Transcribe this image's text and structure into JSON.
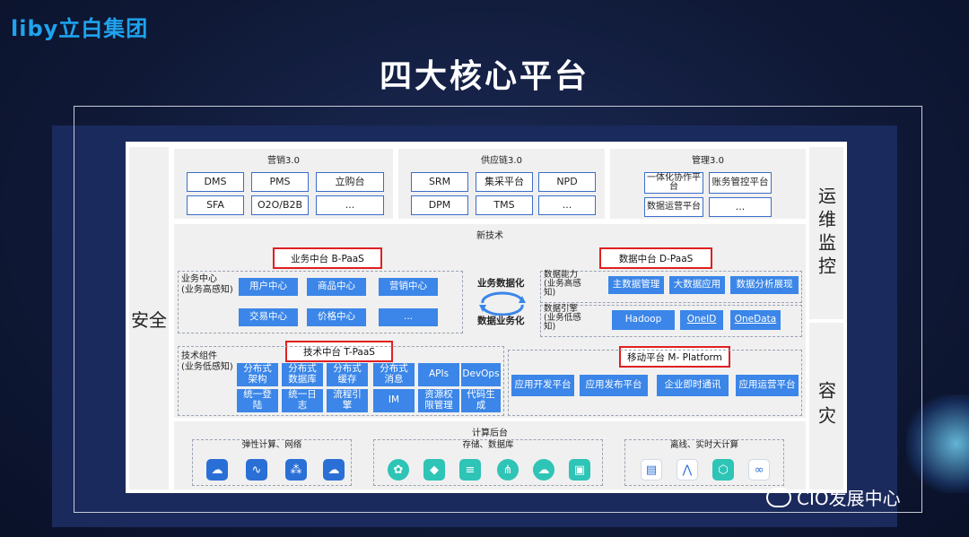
{
  "logo_text": "liby立白集团",
  "title": "四大核心平台",
  "left_side": "安全",
  "right_side_top": "运维监控",
  "right_side_bottom": "容灾",
  "marketing": {
    "title": "营销3.0",
    "items": [
      "DMS",
      "PMS",
      "立购台",
      "SFA",
      "O2O/B2B",
      "..."
    ]
  },
  "supply": {
    "title": "供应链3.0",
    "items": [
      "SRM",
      "集采平台",
      "NPD",
      "DPM",
      "TMS",
      "..."
    ]
  },
  "management": {
    "title": "管理3.0",
    "items": [
      "一体化协作平台",
      "账务管控平台",
      "数据运营平台",
      "..."
    ]
  },
  "new_tech": {
    "title": "新技术",
    "b_paas": "业务中台 B-PaaS",
    "d_paas": "数据中台 D-PaaS",
    "t_paas": "技术中台 T-PaaS",
    "m_platform": "移动平台 M- Platform",
    "biz_center_label": "业务中心\n(业务高感知)",
    "biz_items": [
      "用户中心",
      "商品中心",
      "营销中心",
      "交易中心",
      "价格中心",
      "..."
    ],
    "sync_top": "业务数据化",
    "sync_bottom": "数据业务化",
    "data_ability_label": "数据能力\n(业务高感\n知)",
    "data_ability_items": [
      "主数据管理",
      "大数据应用",
      "数据分析展现"
    ],
    "data_engine_label": "数据引擎\n(业务低感\n知)",
    "data_engine_items": [
      "Hadoop",
      "OneID",
      "OneData"
    ],
    "tech_comp_label": "技术组件\n(业务低感知)",
    "tech_items": [
      "分布式\n架构",
      "分布式\n数据库",
      "分布式\n缓存",
      "分布式\n消息",
      "APIs",
      "DevOps",
      "统一登\n陆",
      "统一日\n志",
      "流程引\n擎",
      "IM",
      "资源权\n限管理",
      "代码生\n成"
    ],
    "mobile_items": [
      "应用开发平台",
      "应用发布平台",
      "企业即时通讯",
      "应用运营平台"
    ]
  },
  "compute": {
    "title": "计算后台",
    "group1": "弹性计算、网络",
    "group2": "存储、数据库",
    "group3": "离线、实时大计算"
  },
  "watermark": "CIO发展中心",
  "colors": {
    "accent_blue": "#3b86e8",
    "box_border": "#3b6ec9",
    "highlight_red": "#e02020",
    "teal": "#2ec4b6",
    "logo_blue": "#1fa3ee"
  },
  "icons": [
    "cloud-icon",
    "wave-icon",
    "network-icon",
    "cloud-share-icon",
    "cluster-icon",
    "layer-icon",
    "stack-icon",
    "share-icon",
    "cloud-data-icon",
    "image-icon",
    "server-icon",
    "pulse-icon",
    "hexagon-icon",
    "infinity-icon"
  ]
}
